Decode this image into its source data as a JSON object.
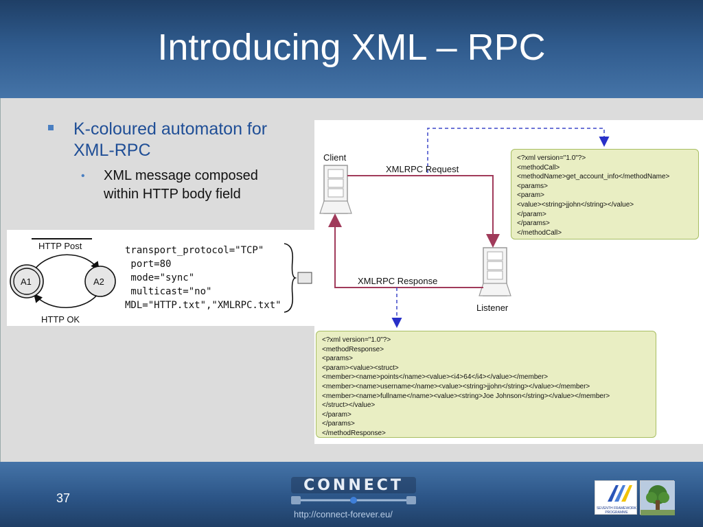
{
  "slide": {
    "title": "Introducing XML – RPC",
    "page_number": "37"
  },
  "bullets": {
    "level1": "K-coloured automaton for XML-RPC",
    "level2": "XML message composed within HTTP body field"
  },
  "automaton": {
    "top_label": "HTTP Post",
    "bottom_label": "HTTP OK",
    "state_a1": "A1",
    "state_a2": "A2",
    "code": [
      "transport_protocol=\"TCP\"",
      " port=80",
      " mode=\"sync\"",
      " multicast=\"no\"",
      "MDL=\"HTTP.txt\",\"XMLRPC.txt\""
    ]
  },
  "diagram": {
    "client_label": "Client",
    "listener_label": "Listener",
    "request_label": "XMLRPC Request",
    "response_label": "XMLRPC Response",
    "xml_call": [
      "<?xml version=\"1.0\"?>",
      "<methodCall>",
      "<methodName>get_account_info</methodName>",
      "<params>",
      "<param>",
      "<value><string>jjohn</string></value>",
      "</param>",
      "</params>",
      "</methodCall>"
    ],
    "xml_response": [
      "<?xml version=\"1.0\"?>",
      "<methodResponse>",
      "<params>",
      "<param><value><struct>",
      "<member><name>points</name><value><i4>64</i4></value></member>",
      "<member><name>username</name><value><string>jjohn</string></value></member>",
      "<member><name>fullname</name><value><string>Joe Johnson</string></value></member>",
      "</struct></value>",
      "</param>",
      "</params>",
      "</methodResponse>"
    ]
  },
  "footer": {
    "logo_text": "CONNECT",
    "url": "http://connect-forever.eu/",
    "eu_logo_text": "SEVENTH FRAMEWORK PROGRAMME"
  },
  "colors": {
    "header": "#2f5a8c",
    "bullet_text": "#1f4e96",
    "arrow": "#a03a5a",
    "dashed_arrow": "#3b46c8",
    "xml_box": "#e9eec3"
  }
}
